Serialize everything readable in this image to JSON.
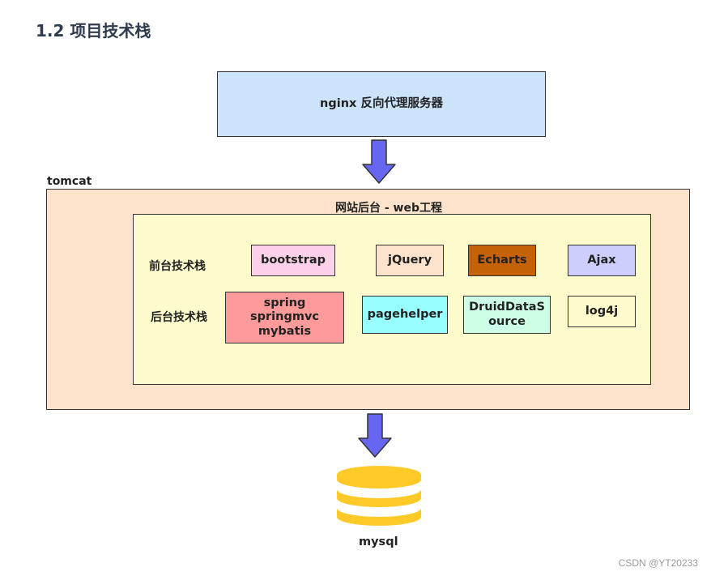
{
  "heading": "1.2 项目技术栈",
  "nginx": {
    "label": "nginx 反向代理服务器",
    "color": "#cce4fb"
  },
  "tomcat": {
    "label": "tomcat",
    "color": "#fde3cb"
  },
  "web_project": {
    "label": "网站后台 - web工程",
    "color": "#fefccc"
  },
  "frontend": {
    "label": "前台技术栈",
    "items": [
      {
        "label": "bootstrap",
        "color": "#fdd2e8"
      },
      {
        "label": "jQuery",
        "color": "#fde3cb"
      },
      {
        "label": "Echarts",
        "color": "#c56208"
      },
      {
        "label": "Ajax",
        "color": "#cdcdfe"
      }
    ]
  },
  "backend": {
    "label": "后台技术栈",
    "items": [
      {
        "label": "spring\nspringmvc\nmybatis",
        "color": "#fe9a9a"
      },
      {
        "label": "pagehelper",
        "color": "#99feff"
      },
      {
        "label": "DruidDataS\nource",
        "color": "#ccffe6"
      },
      {
        "label": "log4j",
        "color": "#fefccc"
      }
    ]
  },
  "database": {
    "label": "mysql",
    "color": "#ffca28"
  },
  "arrow_color": "#6666f0",
  "watermark": "CSDN @YT20233"
}
